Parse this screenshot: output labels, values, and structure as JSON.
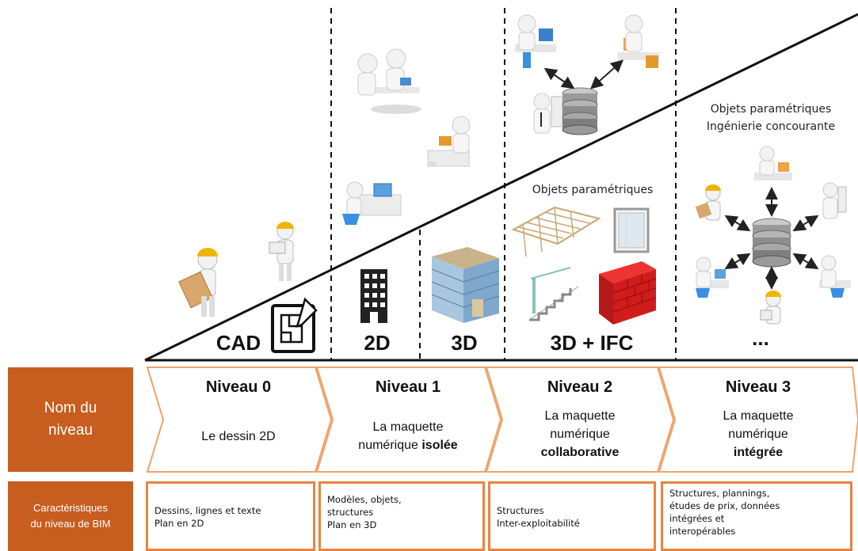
{
  "stages": [
    {
      "label": "CAD"
    },
    {
      "label": "2D"
    },
    {
      "label": "3D"
    },
    {
      "label": "3D + IFC"
    },
    {
      "label": "..."
    }
  ],
  "annotations": {
    "objets_parametriques": "Objets paramétriques",
    "objets_parametriques_top": "Objets paramétriques",
    "ingenierie": "Ingénierie concourante"
  },
  "row_headers": {
    "nom_line1": "Nom du",
    "nom_line2": "niveau",
    "carac_line1": "Caractéristiques",
    "carac_line2": "du niveau de BIM"
  },
  "levels": [
    {
      "title": "Niveau 0",
      "desc": [
        "Le dessin 2D"
      ],
      "desc_bold": ""
    },
    {
      "title": "Niveau 1",
      "desc": [
        "La maquette",
        "numérique "
      ],
      "desc_bold": "isolée"
    },
    {
      "title": "Niveau 2",
      "desc": [
        "La maquette",
        "numérique"
      ],
      "desc_bold": "collaborative"
    },
    {
      "title": "Niveau 3",
      "desc": [
        "La maquette",
        "numérique"
      ],
      "desc_bold": "intégrée"
    }
  ],
  "characteristics": [
    [
      "Dessins, lignes et texte",
      "Plan en 2D"
    ],
    [
      "Modèles, objets,",
      "structures",
      "Plan en 3D"
    ],
    [
      "Structures",
      "Inter-exploitabilité"
    ],
    [
      "Structures, plannings,",
      "études de prix, données",
      "intégrées et",
      "interopérables"
    ]
  ],
  "colors": {
    "accent": "#c75d1f",
    "chevron_border": "#f0a36a",
    "char_border": "#e8843f"
  },
  "icons": [
    "office-worker-icon",
    "architect-icon",
    "database-icon",
    "building-icon",
    "3d-building-icon",
    "roof-truss-icon",
    "window-icon",
    "staircase-icon",
    "brick-wall-icon",
    "cad-drawing-icon"
  ]
}
